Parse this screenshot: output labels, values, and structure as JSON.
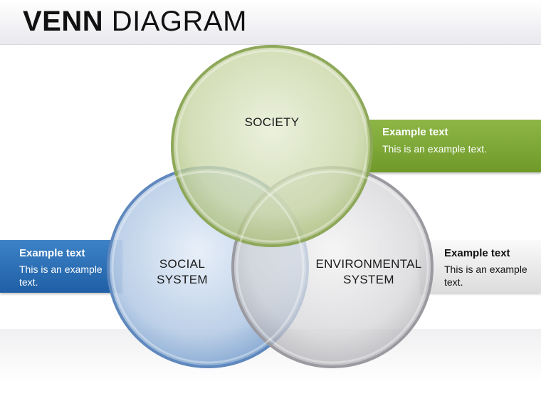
{
  "title": {
    "bold": "VENN",
    "rest": " DIAGRAM"
  },
  "circles": {
    "society": {
      "label": "SOCIETY",
      "color": "#a9bd7a"
    },
    "social": {
      "label_line1": "SOCIAL",
      "label_line2": "SYSTEM",
      "color": "#7ea3cf"
    },
    "environmental": {
      "label_line1": "ENVIRONMENTAL",
      "label_line2": "SYSTEM",
      "color": "#b8b8bc"
    }
  },
  "callouts": {
    "green": {
      "heading": "Example text",
      "text": "This is an example text.",
      "color": "#7aa535"
    },
    "blue": {
      "heading": "Example text",
      "text": "This is an example text.",
      "color": "#2d72b8"
    },
    "gray": {
      "heading": "Example text",
      "text": "This is an example text.",
      "color": "#e6e6e6"
    }
  }
}
